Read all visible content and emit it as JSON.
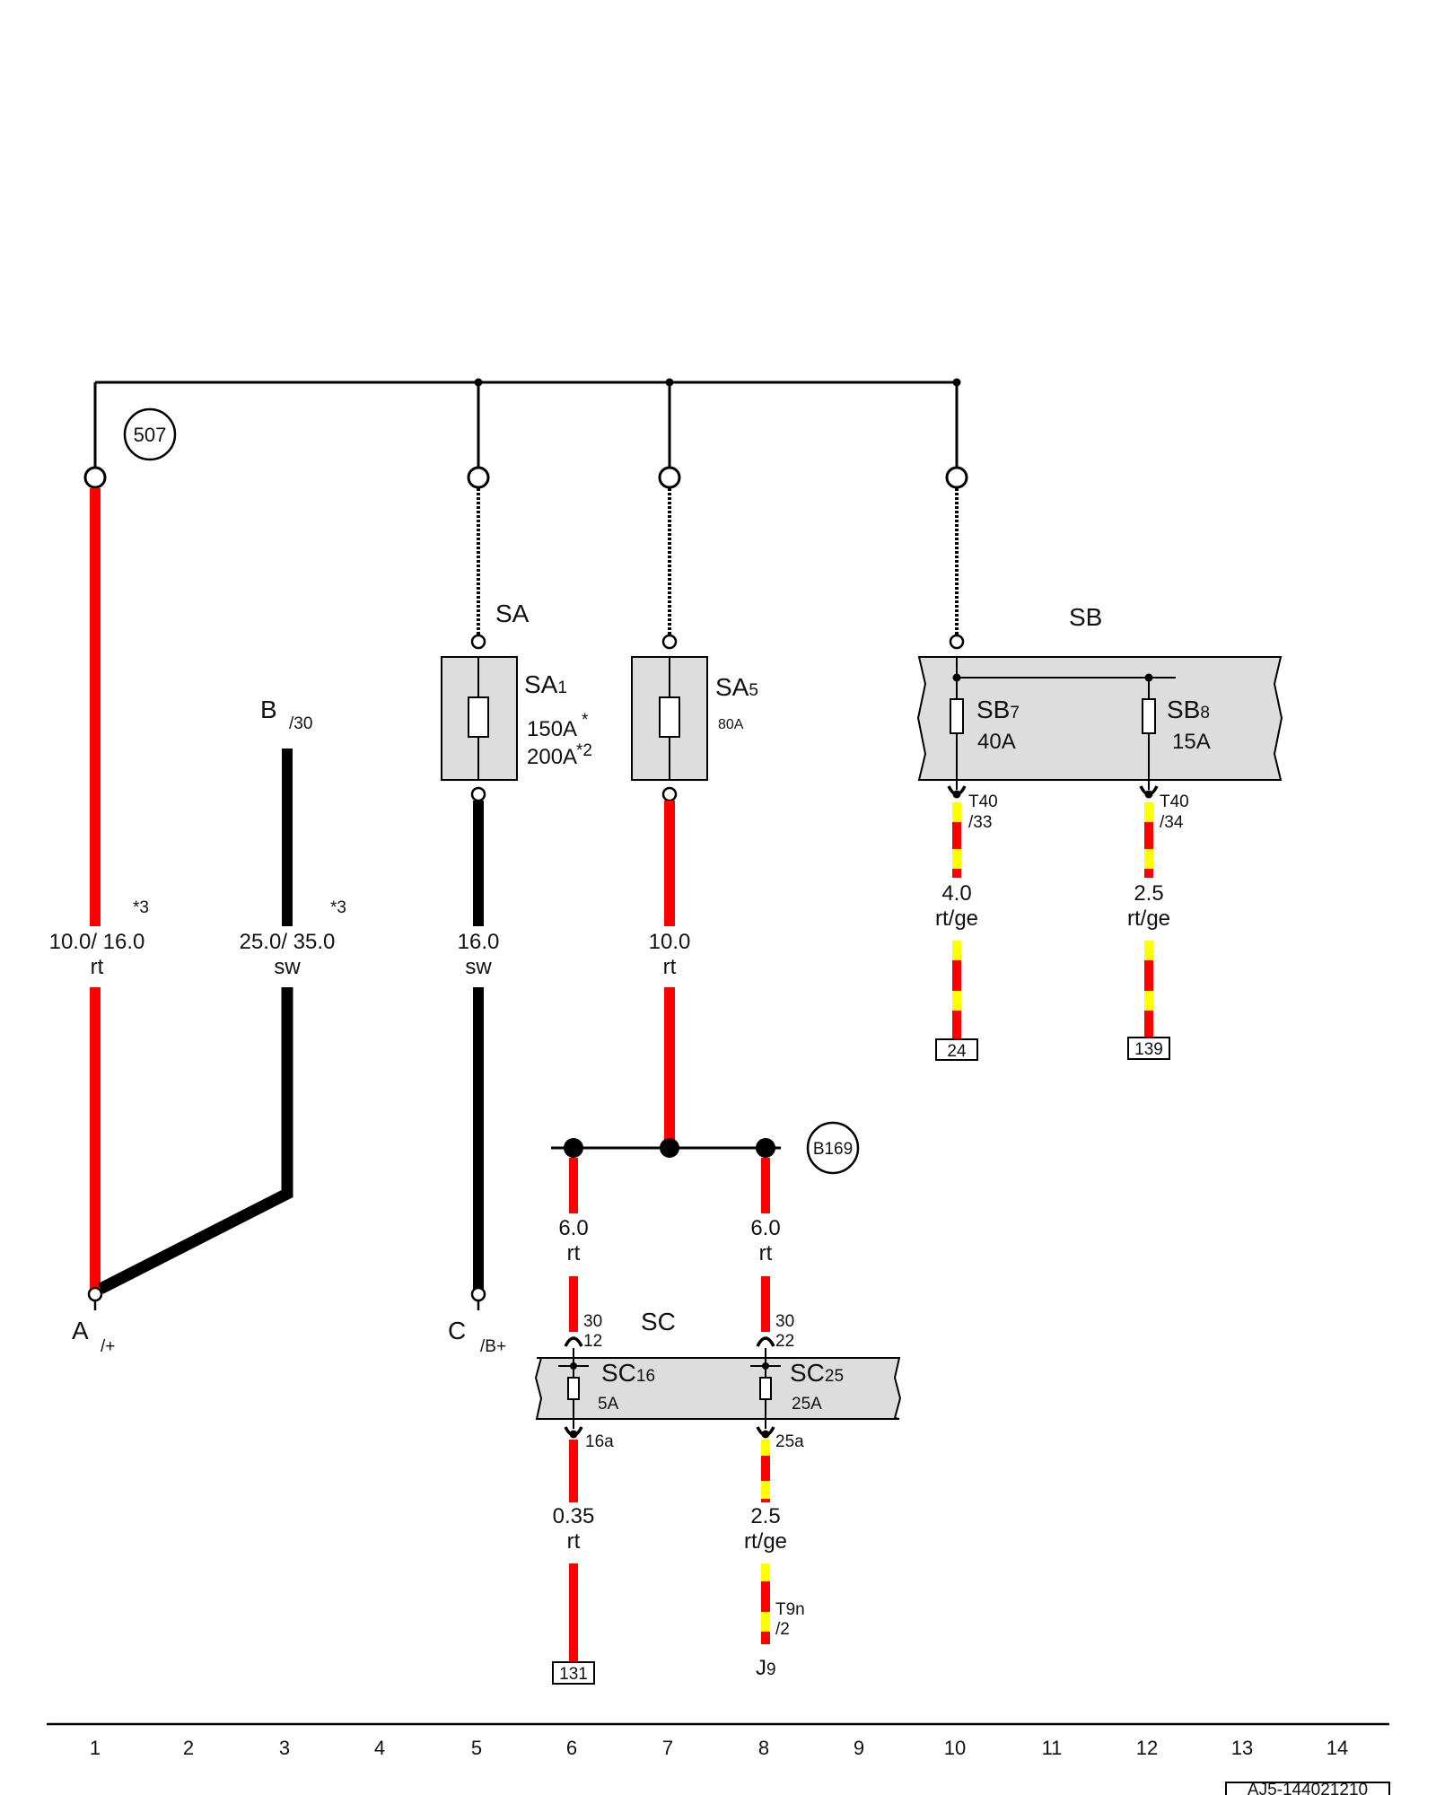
{
  "colors": {
    "wire_red": "#ff0000",
    "wire_yellow": "#ffff00",
    "wire_black": "#000000",
    "box_fill": "#dddddd"
  },
  "markers": {
    "m507": "507",
    "b169": "B169"
  },
  "terminals": {
    "a_letter": "A",
    "a_sub": "/+",
    "b_letter": "B",
    "b_sub": "/30",
    "c_letter": "C",
    "c_sub": "/B+"
  },
  "wires": {
    "w1_note": "*3",
    "w1_size": "10.0/ 16.0",
    "w1_color": "rt",
    "w3_note": "*3",
    "w3_size": "25.0/ 35.0",
    "w3_color": "sw",
    "w5_size": "16.0",
    "w5_color": "sw",
    "w7_size": "10.0",
    "w7_color": "rt",
    "w10_size": "4.0",
    "w10_color": "rt/ge",
    "w12_size": "2.5",
    "w12_color": "rt/ge",
    "w6_size": "6.0",
    "w6_color": "rt",
    "w8_size": "6.0",
    "w8_color": "rt",
    "w6b_size": "0.35",
    "w6b_color": "rt",
    "w8b_size": "2.5",
    "w8b_color": "rt/ge"
  },
  "fuse_boxes": {
    "sa_label": "SA",
    "sa1_name": "SA",
    "sa1_sub": "1",
    "sa1_rating_a": "150A",
    "sa1_star_a": "*",
    "sa1_rating_b": "200A",
    "sa1_star_b": "*2",
    "sa5_name": "SA",
    "sa5_sub": "5",
    "sa5_rating": "80A",
    "sb_label": "SB",
    "sb7_name": "SB",
    "sb7_sub": "7",
    "sb7_rating": "40A",
    "sb8_name": "SB",
    "sb8_sub": "8",
    "sb8_rating": "15A",
    "sc_label": "SC",
    "sc16_name": "SC",
    "sc16_sub": "16",
    "sc16_rating": "5A",
    "sc25_name": "SC",
    "sc25_sub": "25",
    "sc25_rating": "25A"
  },
  "connectors": {
    "t40_33_a": "T40",
    "t40_33_b": "/33",
    "t40_34_a": "T40",
    "t40_34_b": "/34",
    "sc16_in_a": "30",
    "sc16_in_b": "12",
    "sc25_in_a": "30",
    "sc25_in_b": "22",
    "sc16_out": "16a",
    "sc25_out": "25a",
    "t9n_a": "T9n",
    "t9n_b": "/2",
    "j9_name": "J",
    "j9_sub": "9"
  },
  "references": {
    "ref24": "24",
    "ref139": "139",
    "ref131": "131"
  },
  "footer": {
    "columns": [
      "1",
      "2",
      "3",
      "4",
      "5",
      "6",
      "7",
      "8",
      "9",
      "10",
      "11",
      "12",
      "13",
      "14"
    ],
    "doc_id": "AJ5-144021210"
  }
}
